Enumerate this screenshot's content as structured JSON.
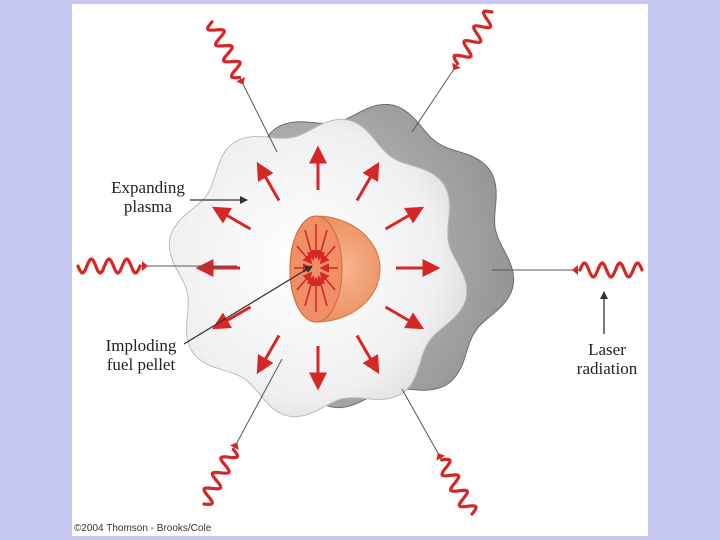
{
  "labels": {
    "expanding_plasma": [
      "Expanding",
      "plasma"
    ],
    "imploding_fuel_pellet": [
      "Imploding",
      "fuel pellet"
    ],
    "laser_radiation": [
      "Laser",
      "radiation"
    ]
  },
  "credit": "©2004 Thomson - Brooks/Cole",
  "colors": {
    "background": "#c7c9f3",
    "laser": "#d62727",
    "plasma_fill": "#f1f1f1",
    "plasma_shadow": "#9a9a9a",
    "pellet": "#f2a070",
    "pointer": "#333333"
  },
  "icons": {
    "laser_wave": "wavy-arrow-icon",
    "expansion_arrow": "outward-arrow-icon",
    "implosion_arrow": "inward-arrow-icon"
  }
}
